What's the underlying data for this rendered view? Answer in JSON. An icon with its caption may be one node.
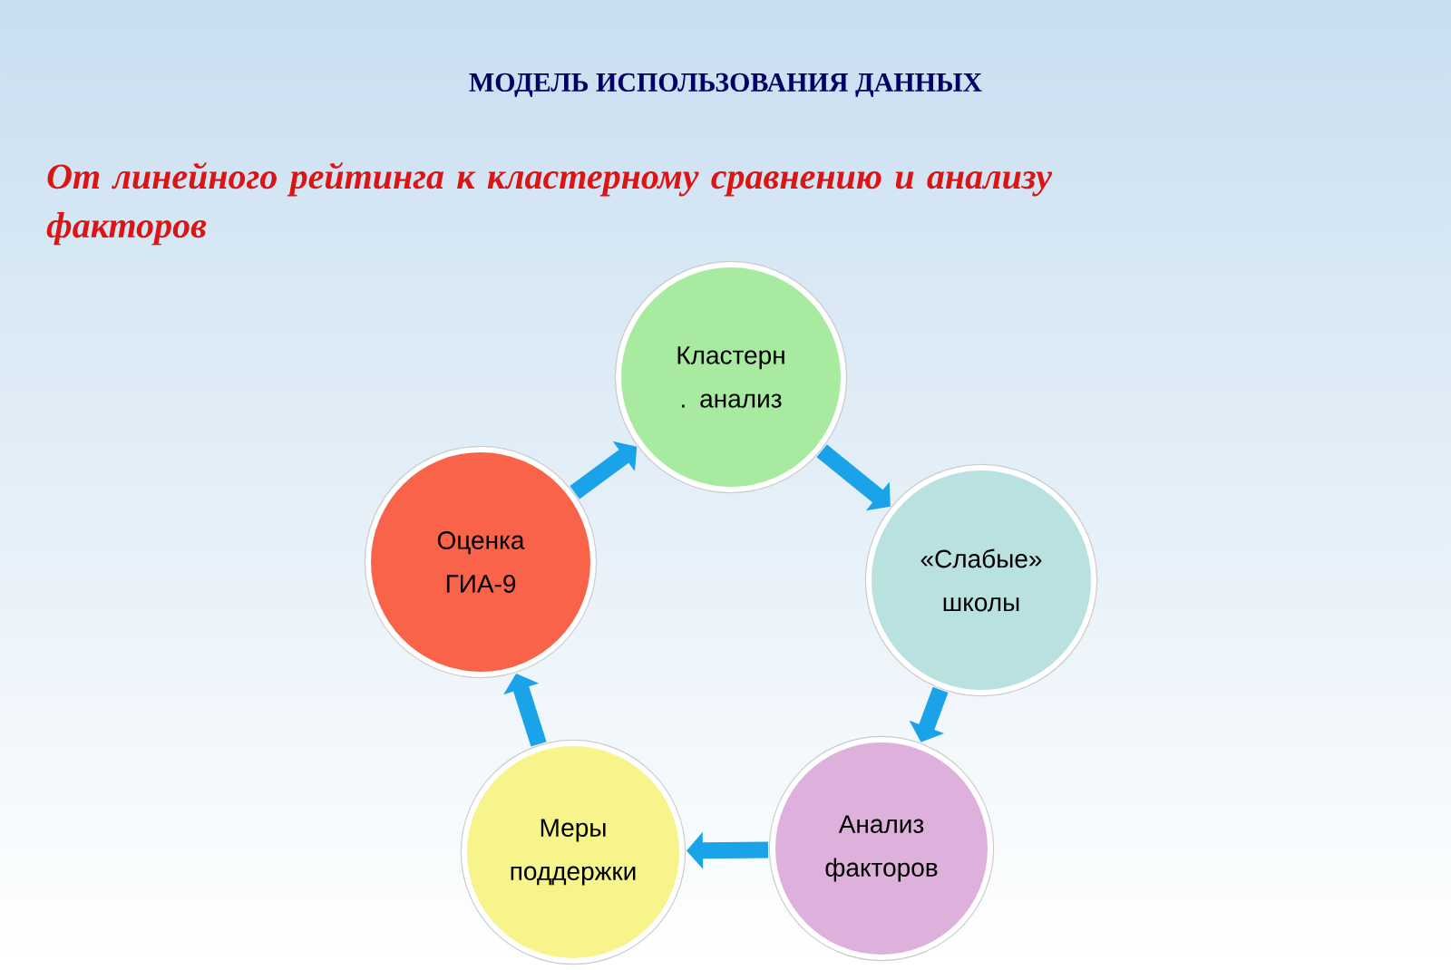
{
  "diagram": {
    "title": "МОДЕЛЬ ИСПОЛЬЗОВАНИЯ ДАННЫХ",
    "caption": "От линейного рейтинга к кластерному сравнению и анализу факторов",
    "nodes": [
      {
        "text": [
          "Кластерн . анализ"
        ]
      },
      {
        "text": [
          "Оценка ГИА-9"
        ]
      },
      {
        "text": [
          "«Слабые» школы"
        ]
      },
      {
        "text": [
          "Меры поддержки"
        ]
      },
      {
        "text": [
          "Анализ факторов"
        ]
      }
    ],
    "edges": [
      {
        "from": 1,
        "to": 0,
        "arrow": "to"
      },
      {
        "from": 0,
        "to": 2,
        "arrow": "to"
      },
      {
        "from": 2,
        "to": 4,
        "arrow": "to"
      },
      {
        "from": 4,
        "to": 3,
        "arrow": "to"
      },
      {
        "from": 3,
        "to": 1,
        "arrow": "to"
      }
    ]
  }
}
